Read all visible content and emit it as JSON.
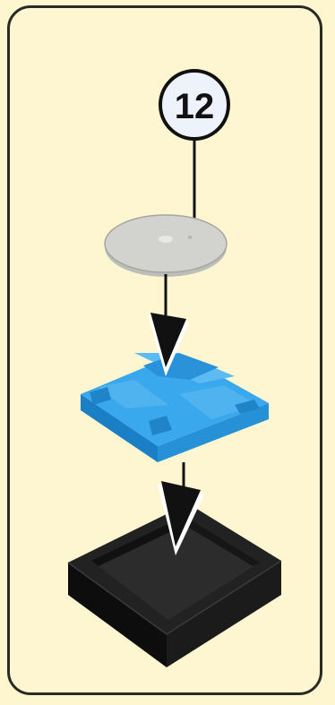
{
  "step": {
    "number": "12"
  },
  "colors": {
    "background": "#fdf6cf",
    "frame": "#2a2a24",
    "disc": "#c9c9c6",
    "insert": "#2e9fe0",
    "case": "#151515"
  },
  "parts": [
    "disc",
    "blue-insert",
    "black-case"
  ]
}
